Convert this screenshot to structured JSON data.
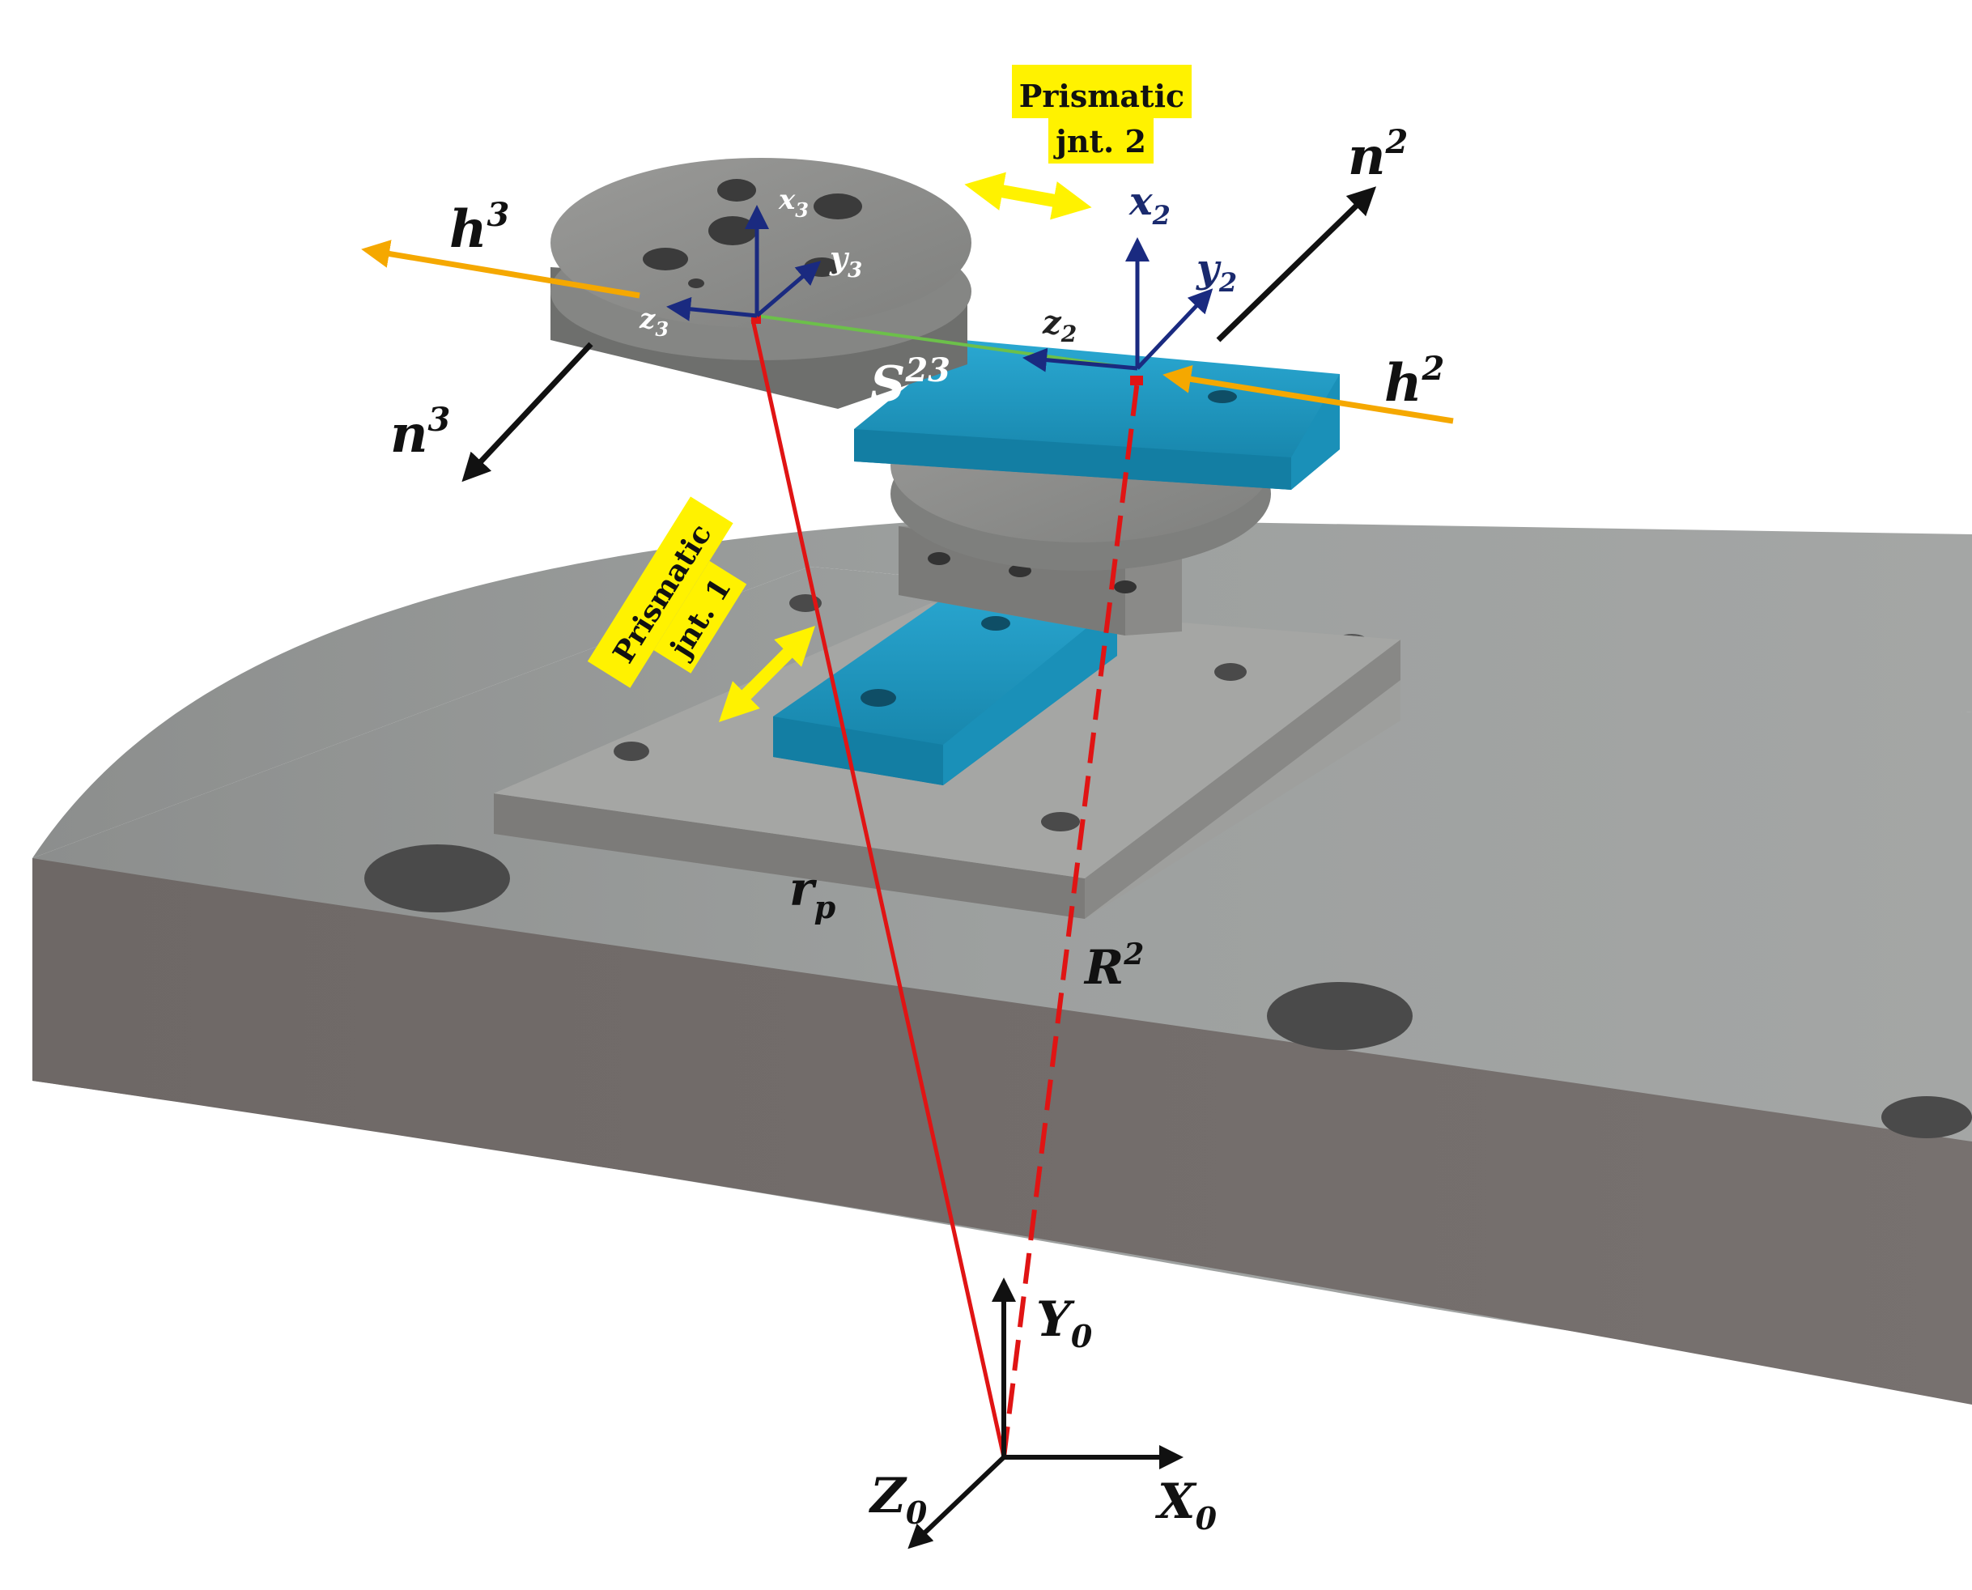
{
  "labels": {
    "prismatic_joint_2": {
      "line1": "Prismatic",
      "line2": "jnt. 2"
    },
    "prismatic_joint_1": {
      "line1": "Prismatic",
      "line2": "jnt. 1"
    },
    "n2": {
      "base": "n",
      "sup": "2"
    },
    "n3": {
      "base": "n",
      "sup": "3"
    },
    "h2": {
      "base": "h",
      "sup": "2"
    },
    "h3": {
      "base": "h",
      "sup": "3"
    },
    "s23": {
      "base": "S",
      "sup": "23"
    },
    "x2": {
      "base": "x",
      "sub": "2"
    },
    "y2": {
      "base": "y",
      "sub": "2"
    },
    "z2": {
      "base": "z",
      "sub": "2"
    },
    "x3": {
      "base": "x",
      "sub": "3"
    },
    "y3": {
      "base": "y",
      "sub": "3"
    },
    "z3": {
      "base": "z",
      "sub": "3"
    },
    "rp": {
      "base": "r",
      "sub": "p"
    },
    "R2": {
      "base": "R",
      "sup": "2"
    },
    "X0": {
      "base": "X",
      "sub": "0"
    },
    "Y0": {
      "base": "Y",
      "sub": "0"
    },
    "Z0": {
      "base": "Z",
      "sub": "0"
    }
  },
  "colors": {
    "position_vector": "#e01414",
    "h_axis": "#f5a800",
    "n_axis": "#111111",
    "local_frame": "#1a2a80",
    "joint_tag": "#fff200",
    "rail": "#1f9fc8",
    "s_segment": "#6cc04a"
  }
}
